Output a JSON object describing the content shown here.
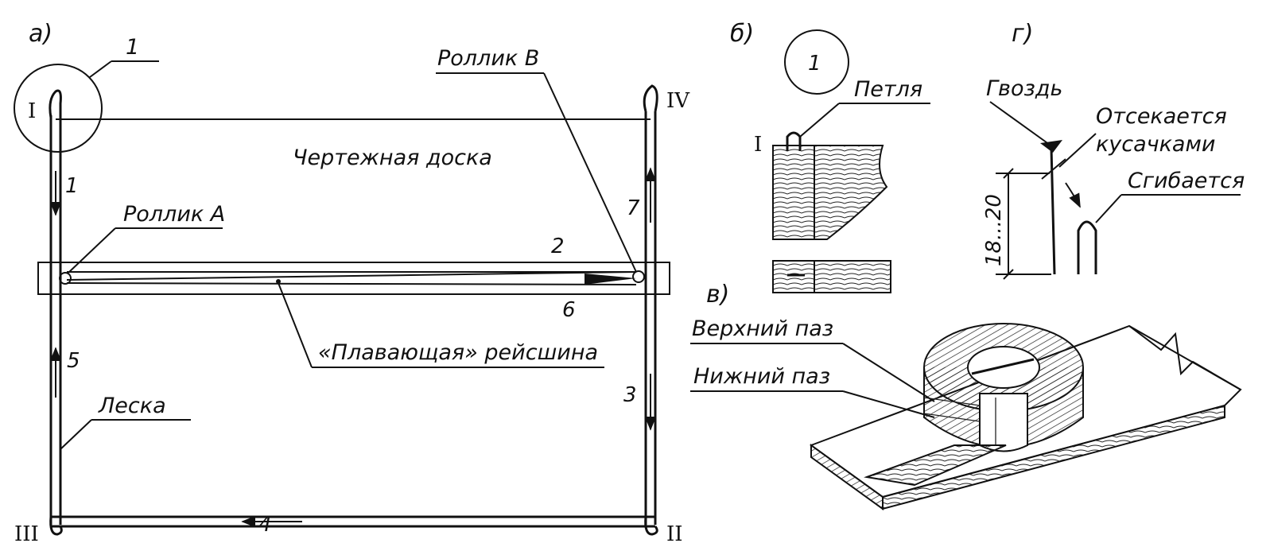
{
  "sections": {
    "a": "а)",
    "b": "б)",
    "v": "в)",
    "g": "г)"
  },
  "board": {
    "title": "Чертежная доска"
  },
  "labels": {
    "roller_a": "Роллик А",
    "roller_b": "Роллик В",
    "floating_ruler": "«Плавающая» рейсшина",
    "line": "Леска",
    "callout_1": "1",
    "detail_circle": "1",
    "loop": "Петля",
    "nail": "Гвоздь",
    "cut_off_line1": "Отсекается",
    "cut_off_line2": "кусачками",
    "bent": "Сгибается",
    "dimension": "18...20",
    "upper_groove": "Верхний паз",
    "lower_groove": "Нижний паз"
  },
  "corners": {
    "I": "I",
    "II": "II",
    "III": "III",
    "IV": "IV",
    "detail_I": "I"
  },
  "path_numbers": {
    "n1": "1",
    "n2": "2",
    "n3": "3",
    "n4": "4",
    "n5": "5",
    "n6": "6",
    "n7": "7"
  }
}
